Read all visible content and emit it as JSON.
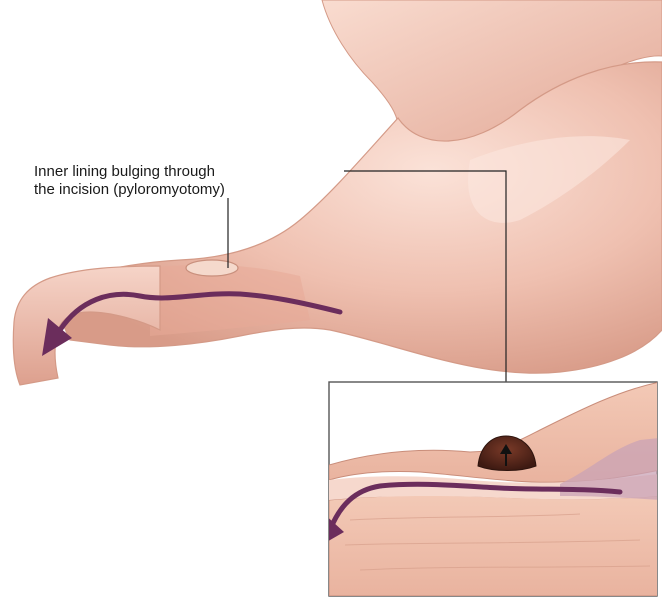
{
  "callout": {
    "line1": "Inner lining bulging through",
    "line2": "the incision (pyloromyotomy)"
  },
  "colors": {
    "background": "#ffffff",
    "stomach_skin": "#efc0b0",
    "stomach_shadow": "#d89b88",
    "stomach_highlight": "#fbe2d8",
    "flow_arrow": "#6b2d5c",
    "inner_lining": "#5a2a1e",
    "leader_line": "#222222",
    "inset_border": "#555555"
  },
  "icons": {
    "flow_arrow": "curved-arrow-left",
    "bulge_arrow": "up-arrow"
  }
}
